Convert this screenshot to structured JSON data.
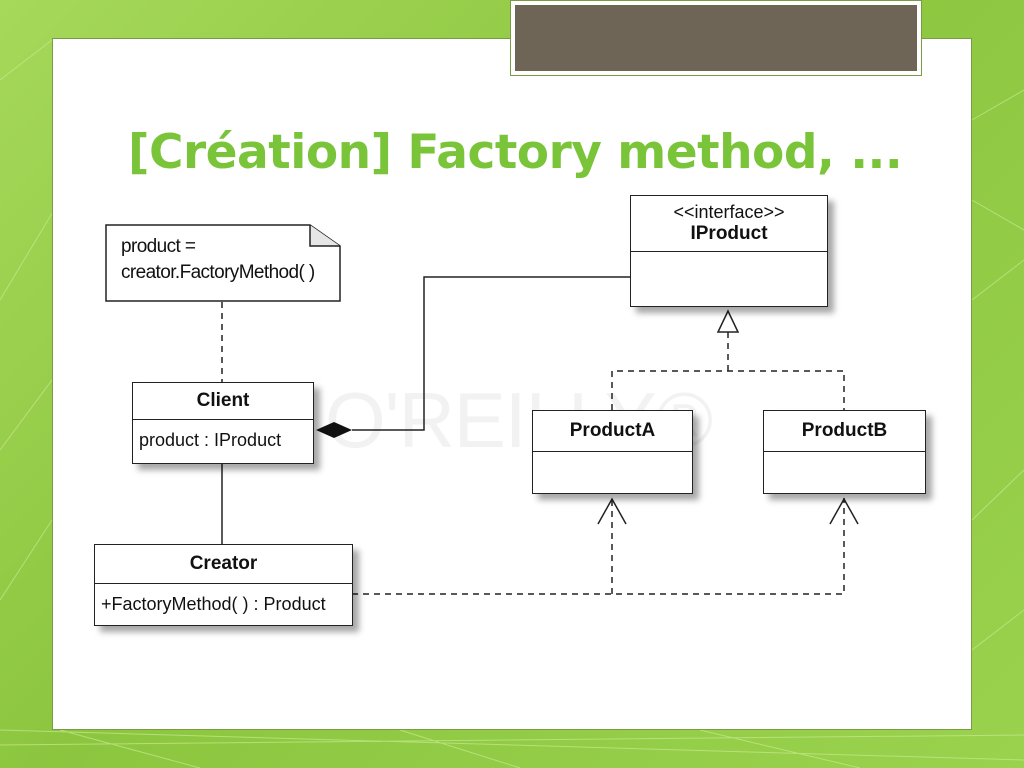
{
  "slide": {
    "title": "[Création] Factory method, ..."
  },
  "diagram": {
    "watermark": "O'REILLY®",
    "note": {
      "line1": "product =",
      "line2": "creator.FactoryMethod( )"
    },
    "classes": {
      "iproduct": {
        "stereotype": "<<interface>>",
        "name": "IProduct"
      },
      "client": {
        "name": "Client",
        "attribute": "product : IProduct"
      },
      "creator": {
        "name": "Creator",
        "operation": "+FactoryMethod( ) : Product"
      },
      "product_a": {
        "name": "ProductA"
      },
      "product_b": {
        "name": "ProductB"
      }
    }
  }
}
